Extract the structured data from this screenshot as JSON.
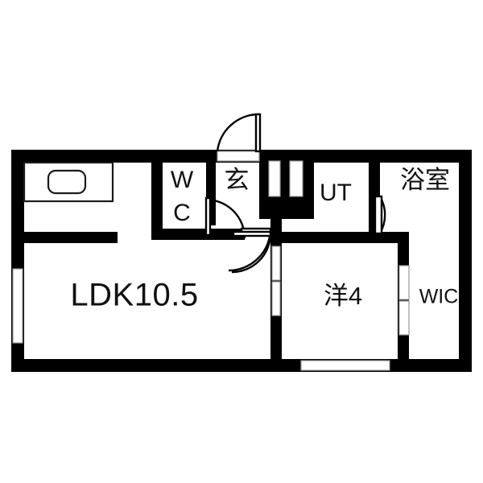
{
  "plan": {
    "title": "Apartment Floor Plan",
    "background_color": "#ffffff",
    "wall_color": "#000000",
    "line_color": "#1a1a1a"
  },
  "rooms": [
    {
      "key": "ldk",
      "label": "LDK10.5",
      "kind": "living-dining-kitchen"
    },
    {
      "key": "wc",
      "label_line1": "W",
      "label_line2": "C",
      "label": "WC",
      "kind": "toilet"
    },
    {
      "key": "genkan",
      "label": "玄",
      "kind": "entrance"
    },
    {
      "key": "ut",
      "label": "UT",
      "kind": "utility"
    },
    {
      "key": "bath",
      "label": "浴室",
      "kind": "bathroom"
    },
    {
      "key": "washitsu",
      "label": "洋4",
      "kind": "western-room"
    },
    {
      "key": "wic",
      "label": "WIC",
      "kind": "walk-in-closet"
    }
  ],
  "fixtures": [
    {
      "key": "kitchen-counter",
      "label": ""
    },
    {
      "key": "kitchen-sink",
      "label": ""
    },
    {
      "key": "shoe-cabinet",
      "label": ""
    }
  ],
  "openings": [
    {
      "key": "ldk-west-window",
      "label": ""
    },
    {
      "key": "bedroom-south-window",
      "label": ""
    },
    {
      "key": "wic-sliding-door",
      "label": ""
    },
    {
      "key": "bedroom-west-sliding-door",
      "label": ""
    }
  ],
  "doors": [
    {
      "key": "entrance-door",
      "label": ""
    },
    {
      "key": "wc-door",
      "label": ""
    },
    {
      "key": "genkan-hall-door",
      "label": ""
    },
    {
      "key": "ldk-hall-door",
      "label": ""
    },
    {
      "key": "bath-door",
      "label": ""
    }
  ]
}
